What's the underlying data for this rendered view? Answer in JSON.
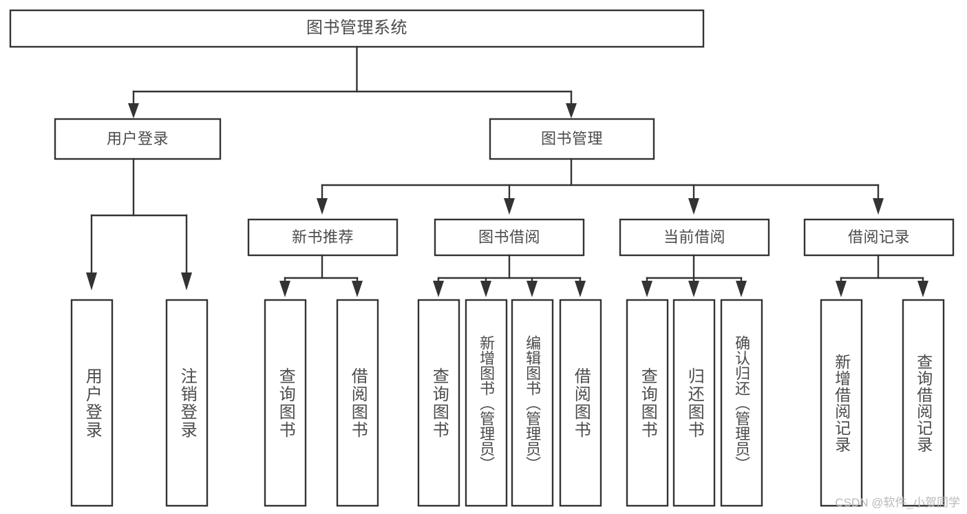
{
  "diagram": {
    "title": "图书管理系统",
    "watermark": "CSDN @软件_小贺同学",
    "colors": {
      "stroke": "#333333",
      "fill": "#ffffff",
      "text": "#4b4b4b",
      "watermark": "#b9b9b9"
    },
    "root": {
      "label": "图书管理系统"
    },
    "level1": [
      {
        "label": "用户登录"
      },
      {
        "label": "图书管理"
      }
    ],
    "level2": [
      {
        "label": "新书推荐"
      },
      {
        "label": "图书借阅"
      },
      {
        "label": "当前借阅"
      },
      {
        "label": "借阅记录"
      }
    ],
    "leaves": {
      "user_login": [
        {
          "label": "用户登录"
        },
        {
          "label": "注销登录"
        }
      ],
      "new_book_recommend": [
        {
          "label": "查询图书"
        },
        {
          "label": "借阅图书"
        }
      ],
      "book_borrow": [
        {
          "label": "查询图书"
        },
        {
          "label": "新增图书（管理员）"
        },
        {
          "label": "编辑图书（管理员）"
        },
        {
          "label": "借阅图书"
        }
      ],
      "current_borrow": [
        {
          "label": "查询图书"
        },
        {
          "label": "归还图书"
        },
        {
          "label": "确认归还（管理员）"
        }
      ],
      "borrow_records": [
        {
          "label": "新增借阅记录"
        },
        {
          "label": "查询借阅记录"
        }
      ]
    }
  }
}
